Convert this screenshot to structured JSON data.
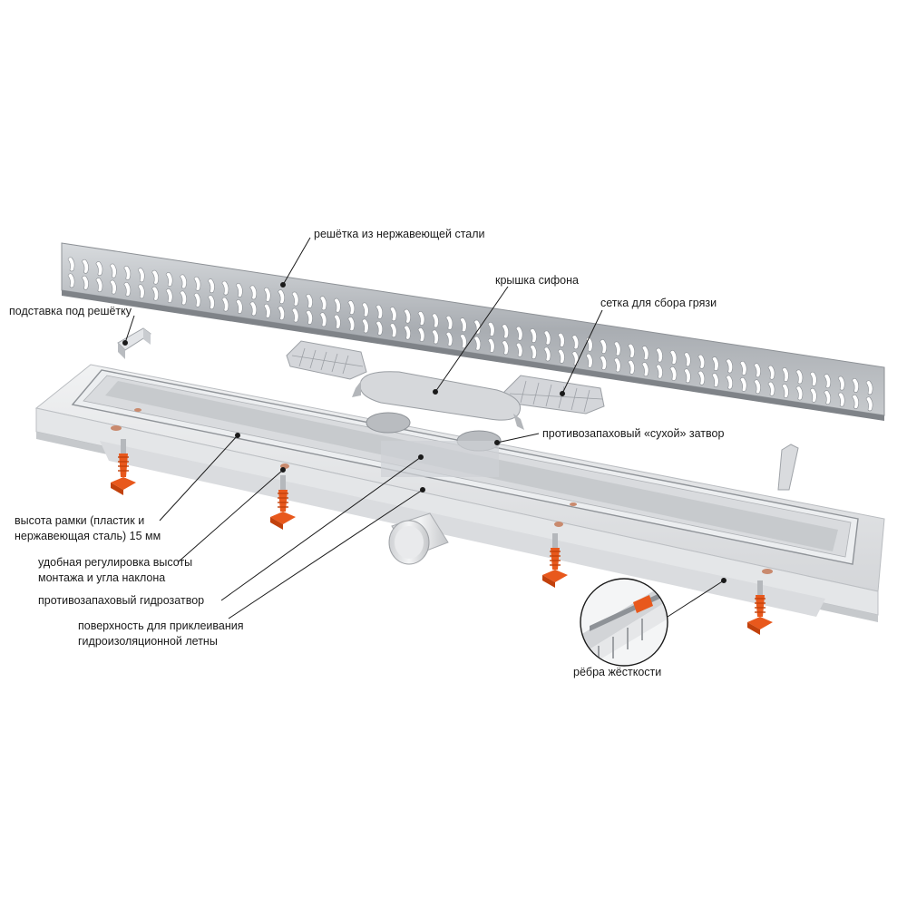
{
  "callouts": {
    "grate": "решётка из нержавеющей стали",
    "grate_stand": "подставка под решётку",
    "siphon_cover": "крышка сифона",
    "dirt_mesh": "сетка для сбора грязи",
    "dry_seal": "противозапаховый «сухой» затвор",
    "frame_height_line1": "высота рамки (пластик и",
    "frame_height_line2": "нержавеющая сталь) 15 мм",
    "height_adjust_line1": "удобная регулировка высоты",
    "height_adjust_line2": "монтажа и угла наклона",
    "water_seal": "противозапаховый гидрозатвор",
    "surface_line1": "поверхность для приклеивания",
    "surface_line2": "гидроизоляционной летны",
    "ribs": "рёбра жёсткости"
  },
  "colors": {
    "accent_orange": "#e8581c",
    "steel": "#b9bdc2",
    "plastic": "#e9eaec",
    "leader": "#1a1a1a"
  }
}
